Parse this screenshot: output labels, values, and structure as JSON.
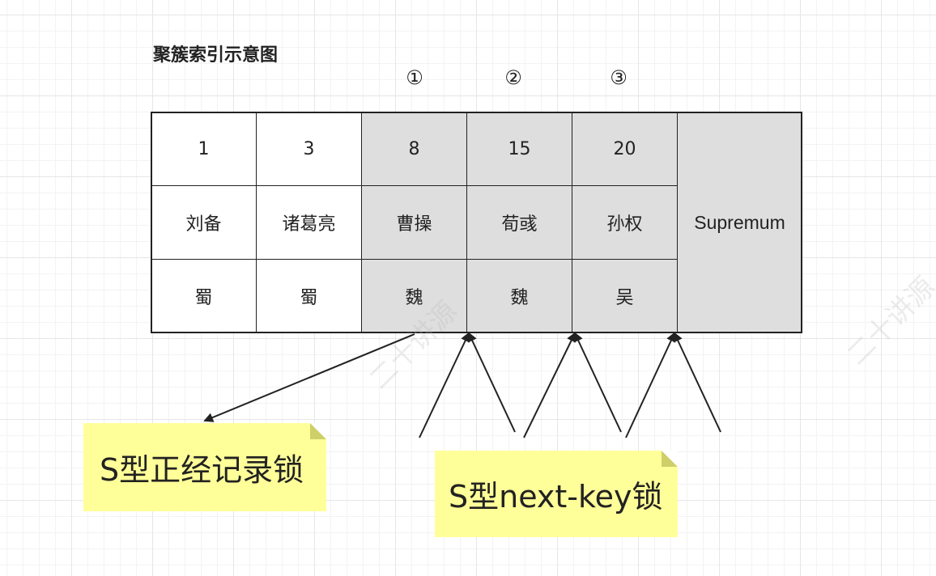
{
  "title": "聚簇索引示意图",
  "markers": [
    "①",
    "②",
    "③"
  ],
  "columns": [
    {
      "id": "1",
      "name": "刘备",
      "kingdom": "蜀",
      "locked": false
    },
    {
      "id": "3",
      "name": "诸葛亮",
      "kingdom": "蜀",
      "locked": false
    },
    {
      "id": "8",
      "name": "曹操",
      "kingdom": "魏",
      "locked": true
    },
    {
      "id": "15",
      "name": "荀彧",
      "kingdom": "魏",
      "locked": true
    },
    {
      "id": "20",
      "name": "孙权",
      "kingdom": "吴",
      "locked": true
    }
  ],
  "supremum": "Supremum",
  "notes": {
    "record_lock": "S型正经记录锁",
    "next_key_lock": "S型next-key锁"
  },
  "watermark": "二十讲源",
  "colors": {
    "locked_fill": "#dedede",
    "note_fill": "#ffff99",
    "line": "#222222"
  }
}
